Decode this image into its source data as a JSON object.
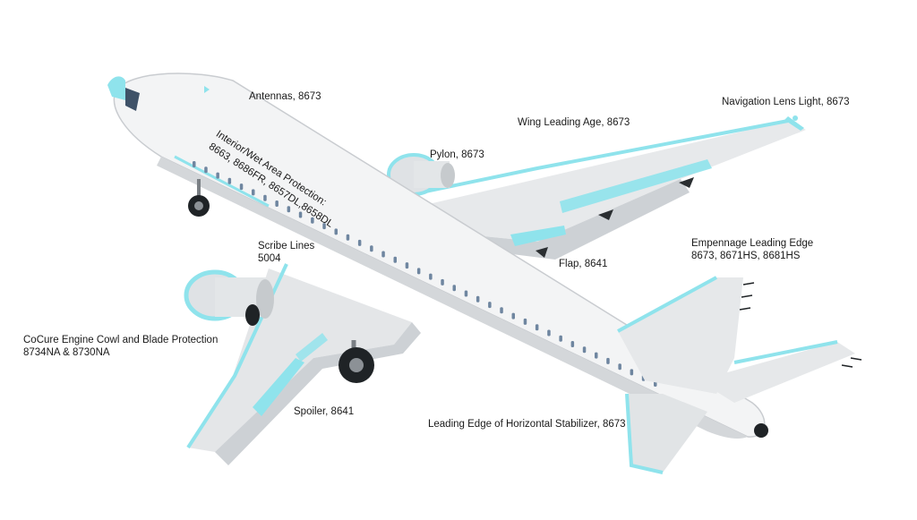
{
  "callouts": {
    "antennas": "Antennas, 8673",
    "nav_lens": "Navigation Lens Light, 8673",
    "wing_leading": "Wing Leading Age, 8673",
    "pylon": "Pylon, 8673",
    "interior_title": "Interior/Wet Area Protection:",
    "interior_codes": "8663, 8686FR, 8657DL,8658DL",
    "scribe_title": "Scribe Lines",
    "scribe_code": "5004",
    "empennage_title": "Empennage Leading Edge",
    "empennage_codes": "8673, 8671HS, 8681HS",
    "flap": "Flap, 8641",
    "cocure_title": "CoCure Engine Cowl and Blade Protection",
    "cocure_codes": "8734NA & 8730NA",
    "spoiler": "Spoiler, 8641",
    "horizontal_stab": "Leading Edge of Horizontal Stabilizer, 8673"
  },
  "colors": {
    "protection": "#8fe3ec",
    "protection_glow": "#c9f3f7",
    "fuselage": "#f3f4f5",
    "shadow": "#c9ccd0",
    "wing_top": "#e6e8ea",
    "dark": "#1f2326",
    "window": "#6f86a0"
  }
}
